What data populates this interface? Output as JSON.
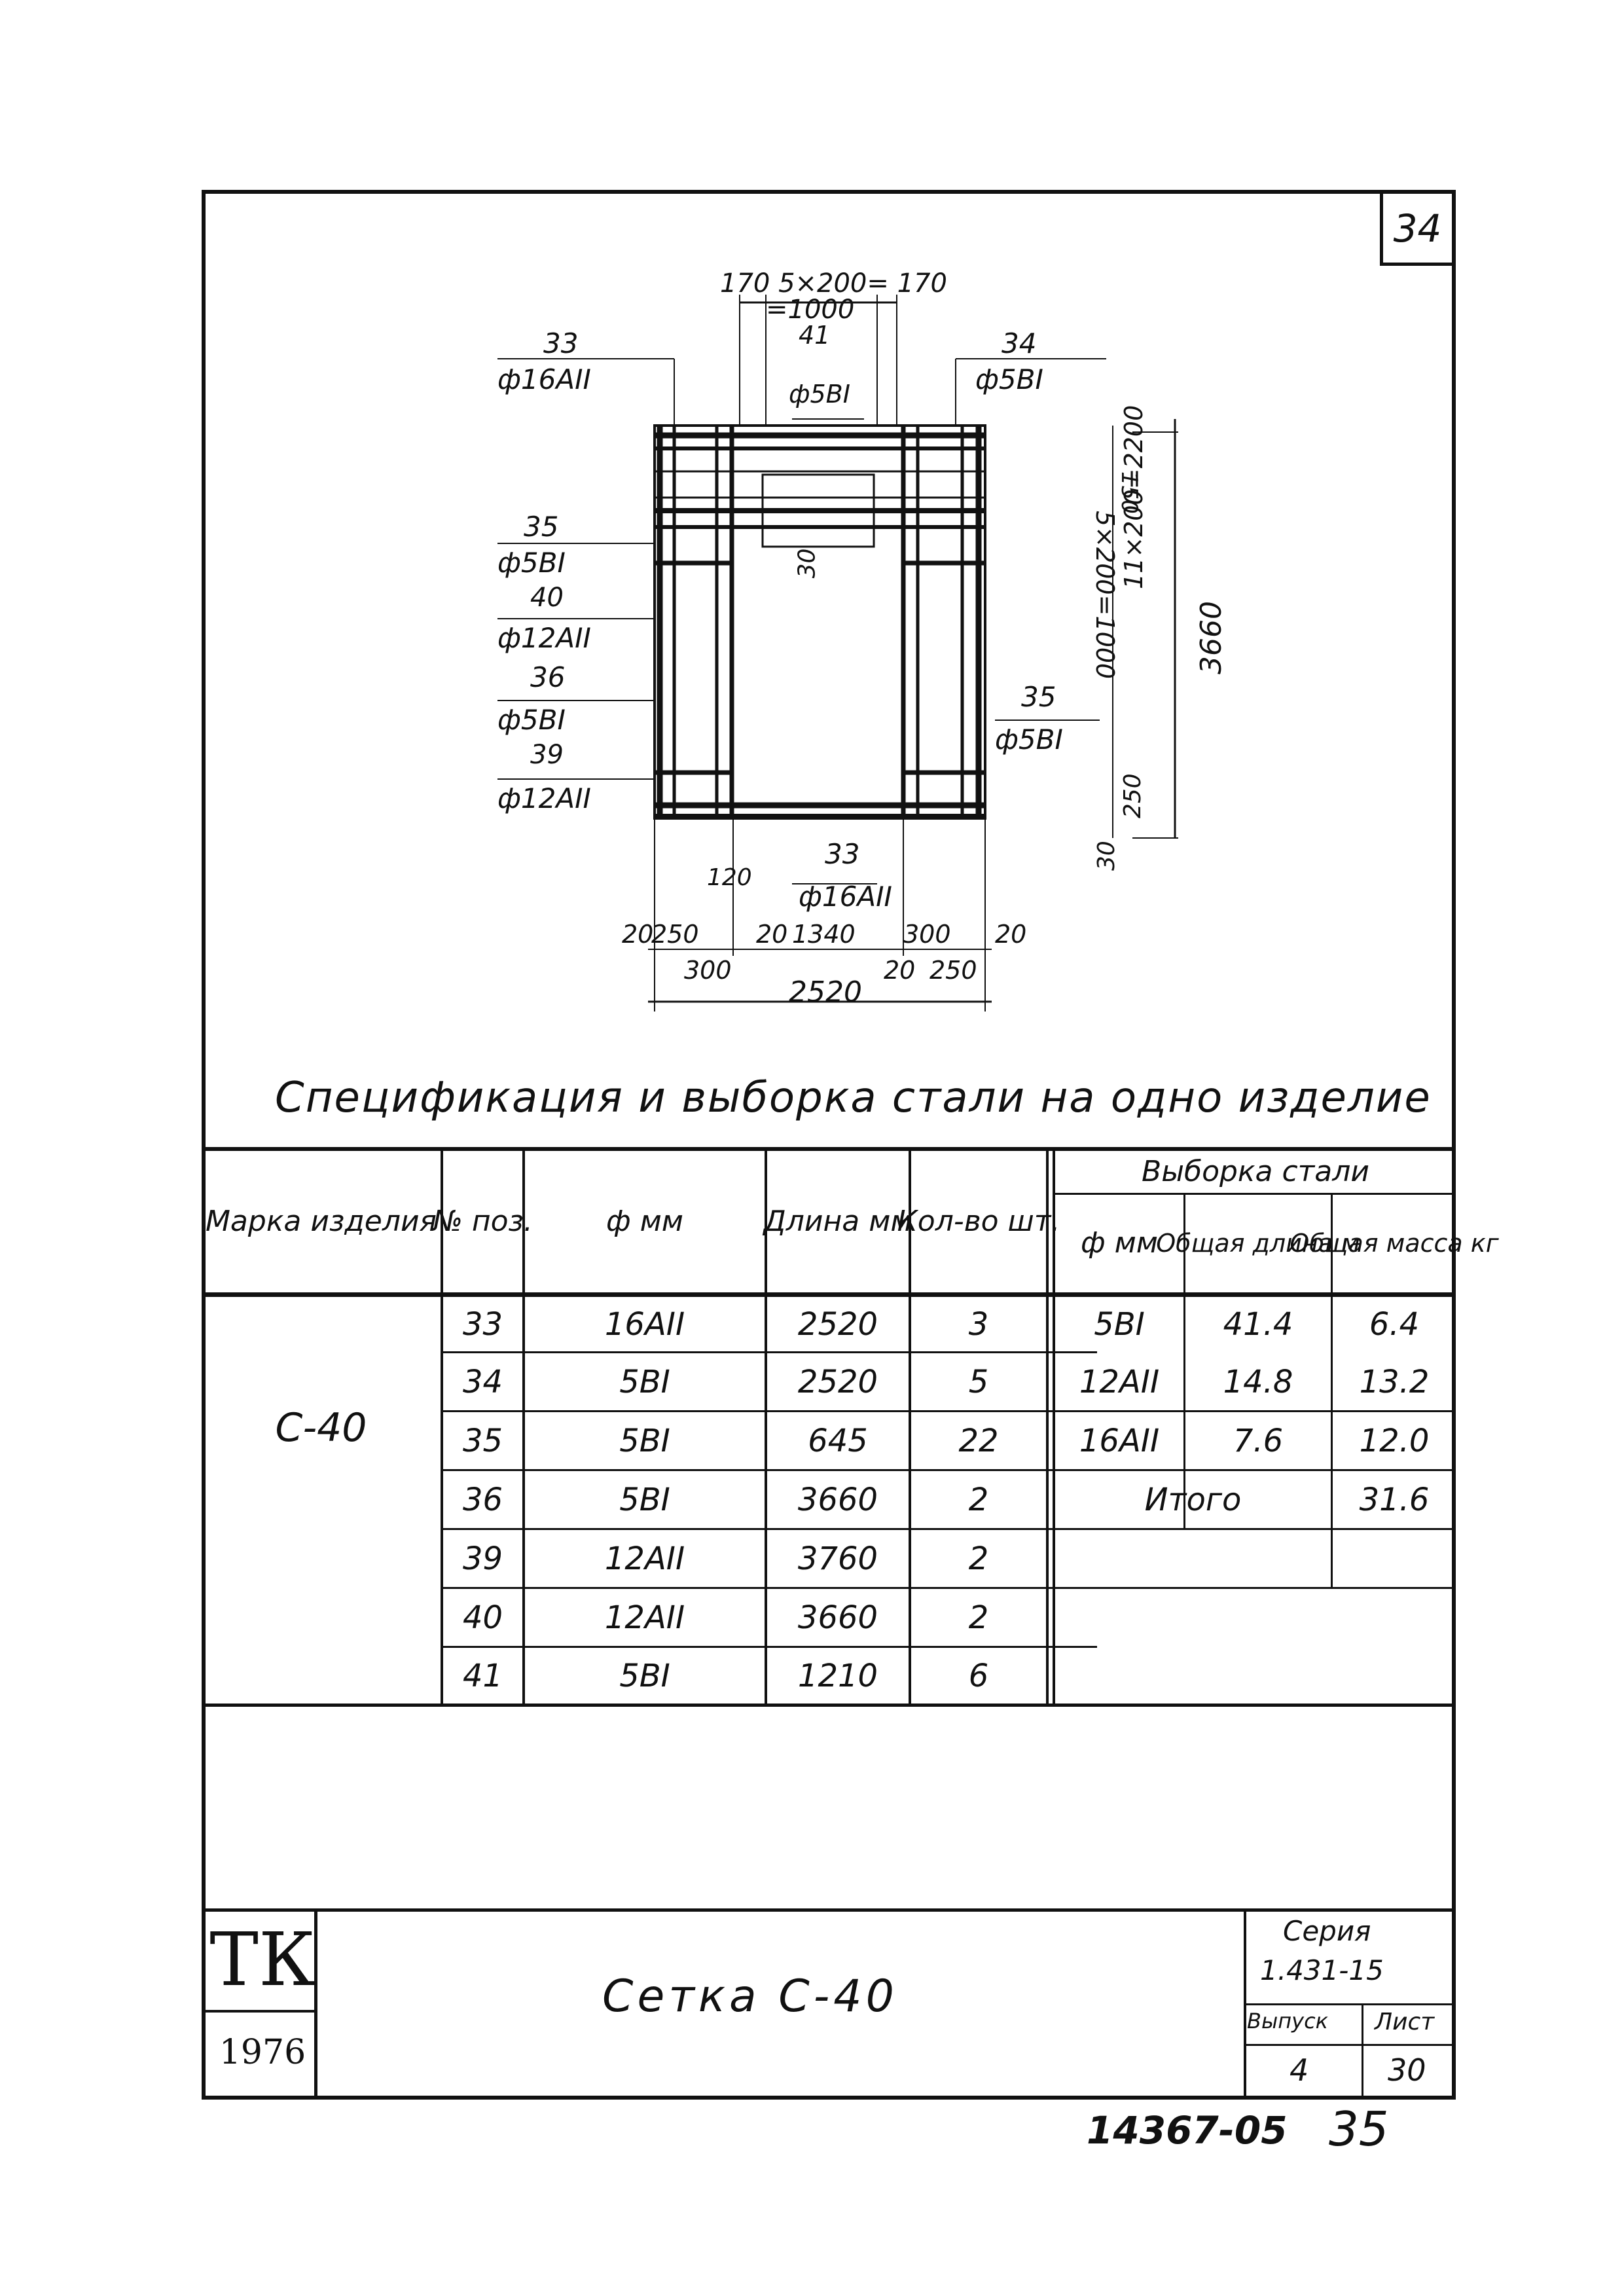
{
  "sheet_number": "34",
  "drawing": {
    "top_dim": "170 5×200= 170",
    "top_dim2": "=1000",
    "left_callouts": [
      {
        "pos": "33",
        "spec": "ф16АII"
      },
      {
        "pos": "35",
        "spec": "ф5ВI"
      },
      {
        "pos": "40",
        "spec": "ф12АII"
      },
      {
        "pos": "36",
        "spec": "ф5ВI"
      },
      {
        "pos": "39",
        "spec": "ф12АII"
      }
    ],
    "top_mid_callout": {
      "pos": "41",
      "spec": "ф5ВI"
    },
    "top_right_callout": {
      "pos": "34",
      "spec": "ф5ВI"
    },
    "right_mid_callout": {
      "pos": "35",
      "spec": "ф5ВI"
    },
    "bottom_callout": {
      "pos": "33",
      "spec": "ф16АII"
    },
    "dim_30": "30",
    "dim_right_top": "5×200=1000",
    "dim_right_mid": "11×200=2200",
    "dim_overall_height": "3660",
    "dim_right_250_top": "150",
    "dim_right_250_bot": "250",
    "dim_right_30": "30",
    "dim_120": "120",
    "dim_bottom_row1": [
      "20",
      "250",
      "20",
      "1340",
      "300",
      "20"
    ],
    "dim_bottom_row2": [
      "300",
      "20",
      "250"
    ],
    "dim_overall_width": "2520"
  },
  "spec_title": "Спецификация и выборка стали на одно изделие",
  "table": {
    "headers": {
      "mark": "Марка изделия",
      "pos": "№ поз.",
      "phi": "ф мм",
      "length": "Длина мм",
      "qty": "Кол-во шт.",
      "sample": "Выборка стали",
      "sample_phi": "ф мм",
      "sample_total_length": "Общая длина м",
      "sample_total_mass": "Общая масса кг"
    },
    "mark": "С-40",
    "rows": [
      {
        "pos": "33",
        "phi": "16АII",
        "length": "2520",
        "qty": "3"
      },
      {
        "pos": "34",
        "phi": "5ВI",
        "length": "2520",
        "qty": "5"
      },
      {
        "pos": "35",
        "phi": "5ВI",
        "length": "645",
        "qty": "22"
      },
      {
        "pos": "36",
        "phi": "5ВI",
        "length": "3660",
        "qty": "2"
      },
      {
        "pos": "39",
        "phi": "12АII",
        "length": "3760",
        "qty": "2"
      },
      {
        "pos": "40",
        "phi": "12АII",
        "length": "3660",
        "qty": "2"
      },
      {
        "pos": "41",
        "phi": "5ВI",
        "length": "1210",
        "qty": "6"
      }
    ],
    "sample_rows": [
      {
        "phi": "5ВI",
        "length": "41.4",
        "mass": "6.4"
      },
      {
        "phi": "12АII",
        "length": "14.8",
        "mass": "13.2"
      },
      {
        "phi": "16АII",
        "length": "7.6",
        "mass": "12.0"
      }
    ],
    "total_label": "Итого",
    "total_value": "31.6"
  },
  "stamp": {
    "org": "ТК",
    "year": "1976",
    "title": "Сетка С-40",
    "series_label": "Серия",
    "series_value": "1.431-15",
    "issue_label": "Выпуск",
    "sheet_label": "Лист",
    "issue_value": "4",
    "sheet_value": "30"
  },
  "bottom_code": "14367-05",
  "bottom_page": "35"
}
